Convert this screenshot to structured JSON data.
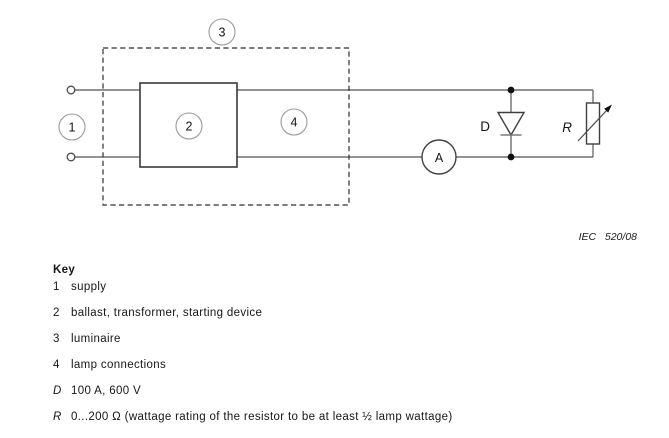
{
  "diagram": {
    "callout_1": "1",
    "callout_2": "2",
    "callout_3": "3",
    "callout_4": "4",
    "ammeter_label": "A",
    "diode_label": "D",
    "resistor_label": "R",
    "figure_ref": "IEC   520/08"
  },
  "key": {
    "title": "Key",
    "items": [
      {
        "symbol": "1",
        "text": "supply"
      },
      {
        "symbol": "2",
        "text": "ballast, transformer, starting device"
      },
      {
        "symbol": "3",
        "text": "luminaire"
      },
      {
        "symbol": "4",
        "text": "lamp connections"
      },
      {
        "symbol": "D",
        "text": "100 A, 600 V"
      },
      {
        "symbol": "R",
        "text": "0...200 Ω (wattage rating of the resistor to be at least ½  lamp wattage)"
      }
    ]
  }
}
